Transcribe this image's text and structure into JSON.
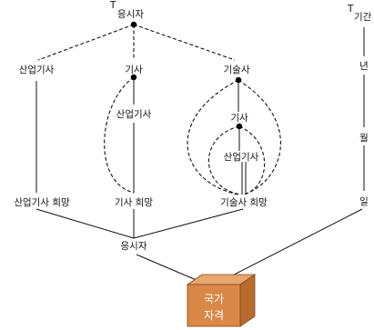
{
  "labels": {
    "top_marker": "T",
    "top_node": "응시자",
    "time_marker": "T",
    "time_node": "기간",
    "branch_left": "산업기사",
    "branch_mid": "기사",
    "branch_right": "기술사",
    "mid_sub": "산업기사",
    "right_sub1": "기사",
    "right_sub2": "산업기사",
    "time_year": "년",
    "time_month": "월",
    "time_day": "일",
    "bottom_left": "산업기사 희망",
    "bottom_mid": "기사 희망",
    "bottom_right": "기술사 희망",
    "merge_node": "응시자",
    "box_line1": "국가",
    "box_line2": "자격"
  },
  "colors": {
    "box_front": "#d98847",
    "box_top": "#e8a66d",
    "box_side": "#b96a2e",
    "line": "#111111"
  }
}
